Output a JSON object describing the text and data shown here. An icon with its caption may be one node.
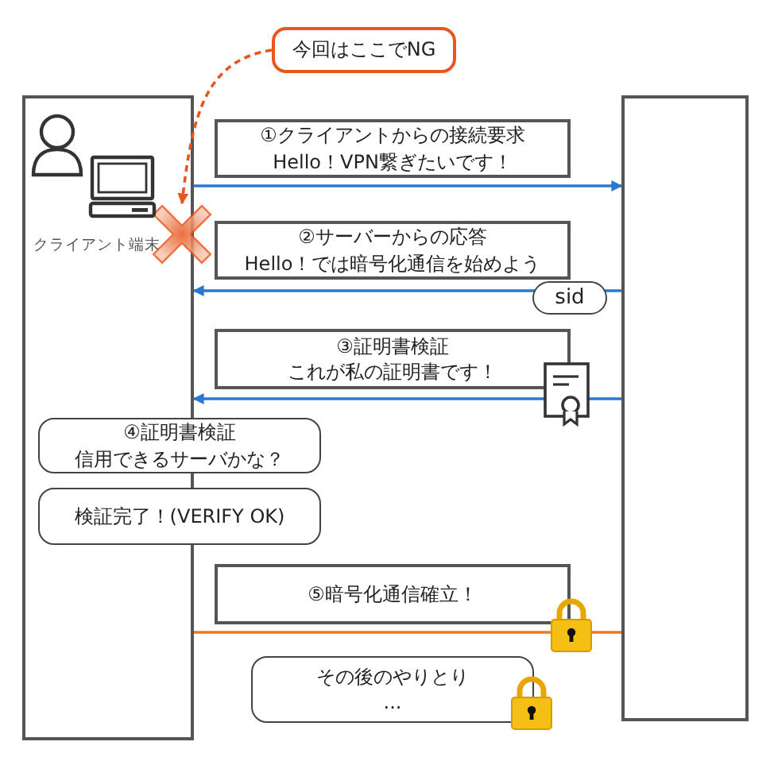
{
  "diagram": {
    "nodes": [
      {
        "text": [
          "クライアント端末"
        ]
      },
      {
        "text": [],
        "shape": "box"
      },
      {
        "text": [
          "今回はここでNG"
        ]
      },
      {
        "text": [],
        "shape": "cross"
      },
      {
        "text": [
          "①クライアントからの接続要求",
          "Hello！VPN繋ぎたいです！"
        ]
      },
      {
        "text": [
          "②サーバーからの応答",
          "Hello！では暗号化通信を始めよう"
        ]
      },
      {
        "text": [
          "③証明書検証",
          "これが私の証明書です！"
        ]
      },
      {
        "text": [
          "④証明書検証",
          "信用できるサーバかな？"
        ]
      },
      {
        "text": [
          "検証完了！(VERIFY OK)"
        ]
      },
      {
        "text": [
          "⑤暗号化通信確立！"
        ]
      },
      {
        "text": [
          "その後のやりとり",
          "..."
        ]
      }
    ],
    "edges": [
      {
        "from": 2,
        "to": 3,
        "arrow": "to",
        "style": "dashed",
        "color": "#e8561e"
      },
      {
        "from": 0,
        "to": 1,
        "arrow": "to"
      },
      {
        "from": 1,
        "to": 0,
        "arrow": "to",
        "label": "sid"
      },
      {
        "from": 1,
        "to": 0,
        "arrow": "to"
      },
      {
        "from": 0,
        "to": 1,
        "arrow": "none",
        "color": "#f07a1a"
      }
    ]
  }
}
